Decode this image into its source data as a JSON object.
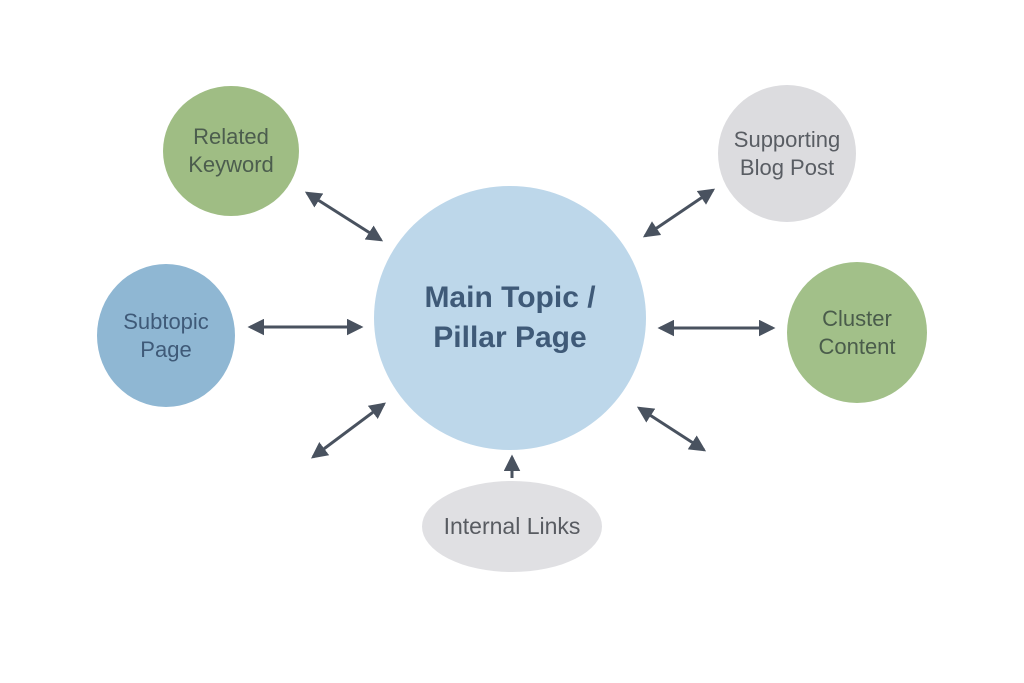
{
  "diagram": {
    "type": "hub-and-spoke topic cluster diagram",
    "background": "#ffffff"
  },
  "nodes": {
    "main": {
      "id": "main-pillar-page",
      "lines": [
        "Main Topic /",
        "Pillar Page"
      ],
      "shape": "circle",
      "fill": "#bdd7ea",
      "text_color": "#3f5a78"
    },
    "related": {
      "id": "related-keyword",
      "lines": [
        "Related",
        "Keyword"
      ],
      "shape": "circle",
      "fill": "#9fbd84",
      "text_color": "#4c5d4e"
    },
    "supporting": {
      "id": "supporting-blog-post",
      "lines": [
        "Supporting",
        "Blog Post"
      ],
      "shape": "circle",
      "fill": "#dcdcdf",
      "text_color": "#595d63"
    },
    "subtopic": {
      "id": "subtopic-page",
      "lines": [
        "Subtopic",
        "Page"
      ],
      "shape": "circle",
      "fill": "#8fb7d3",
      "text_color": "#3f5a78"
    },
    "cluster": {
      "id": "cluster-content",
      "lines": [
        "Cluster",
        "Content"
      ],
      "shape": "circle",
      "fill": "#a2c089",
      "text_color": "#4a5c4b"
    },
    "internal": {
      "id": "internal-links",
      "lines": [
        "Internal Links"
      ],
      "shape": "ellipse",
      "fill": "#e0e0e3",
      "text_color": "#585b61"
    }
  },
  "edges": [
    {
      "between": [
        "related-keyword",
        "main-pillar-page"
      ],
      "style": "double-headed-arrow"
    },
    {
      "between": [
        "supporting-blog-post",
        "main-pillar-page"
      ],
      "style": "double-headed-arrow"
    },
    {
      "between": [
        "subtopic-page",
        "main-pillar-page"
      ],
      "style": "double-headed-arrow"
    },
    {
      "between": [
        "cluster-content",
        "main-pillar-page"
      ],
      "style": "double-headed-arrow"
    },
    {
      "between": [
        "main-pillar-page",
        null
      ],
      "direction": "lower-left",
      "style": "double-headed-arrow"
    },
    {
      "between": [
        "main-pillar-page",
        null
      ],
      "direction": "lower-right",
      "style": "double-headed-arrow"
    },
    {
      "between": [
        "internal-links",
        "main-pillar-page"
      ],
      "style": "single-arrow-pointing-to-main"
    }
  ],
  "colors": {
    "background": "#ffffff",
    "arrow": "#49525f"
  }
}
